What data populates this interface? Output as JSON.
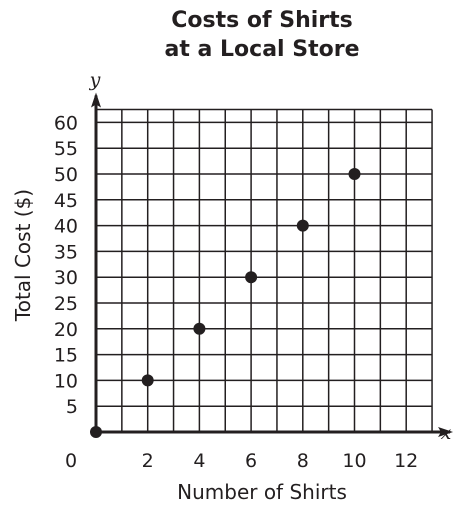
{
  "chart_data": {
    "type": "scatter",
    "title_lines": [
      "Costs of Shirts",
      "at a Local Store"
    ],
    "xlabel": "Number of Shirts",
    "ylabel": "Total Cost ($)",
    "x_axis_var": "x",
    "y_axis_var": "y",
    "xlim": [
      0,
      13
    ],
    "ylim": [
      0,
      62.5
    ],
    "x_ticks": [
      0,
      2,
      4,
      6,
      8,
      10,
      12
    ],
    "y_ticks": [
      5,
      10,
      15,
      20,
      25,
      30,
      35,
      40,
      45,
      50,
      55,
      60
    ],
    "x_grid_step": 1,
    "y_grid_step": 5,
    "grid": true,
    "points": [
      {
        "x": 0,
        "y": 0
      },
      {
        "x": 2,
        "y": 10
      },
      {
        "x": 4,
        "y": 20
      },
      {
        "x": 6,
        "y": 30
      },
      {
        "x": 8,
        "y": 40
      },
      {
        "x": 10,
        "y": 50
      }
    ],
    "colors": {
      "ink": "#231f20",
      "background": "#ffffff"
    }
  }
}
